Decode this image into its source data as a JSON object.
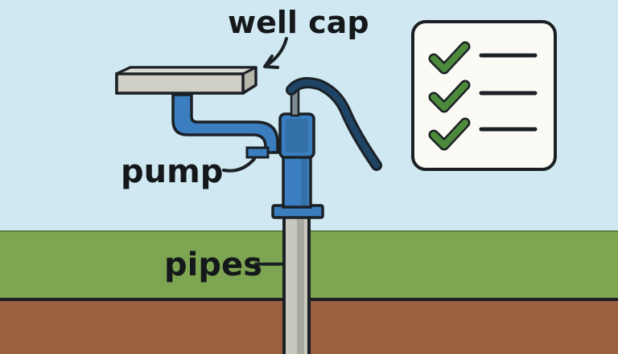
{
  "labels": {
    "well_cap": "well cap",
    "pump": "pump",
    "pipes": "pipes"
  },
  "colors": {
    "sky": "#cfe8f1",
    "grass": "#7ea552",
    "soil": "#9a6040",
    "outline": "#1b2025",
    "cap": "#d0d0c8",
    "cap_side": "#b6b6ad",
    "pump_blue": "#3a7ebf",
    "pump_dark": "#2d6493",
    "handle": "#1f4566",
    "pipe": "#c8c8bf",
    "check_green": "#4d8a3c",
    "card": "#fbfaf5"
  },
  "checklist": {
    "items": 3,
    "checked": 3
  }
}
